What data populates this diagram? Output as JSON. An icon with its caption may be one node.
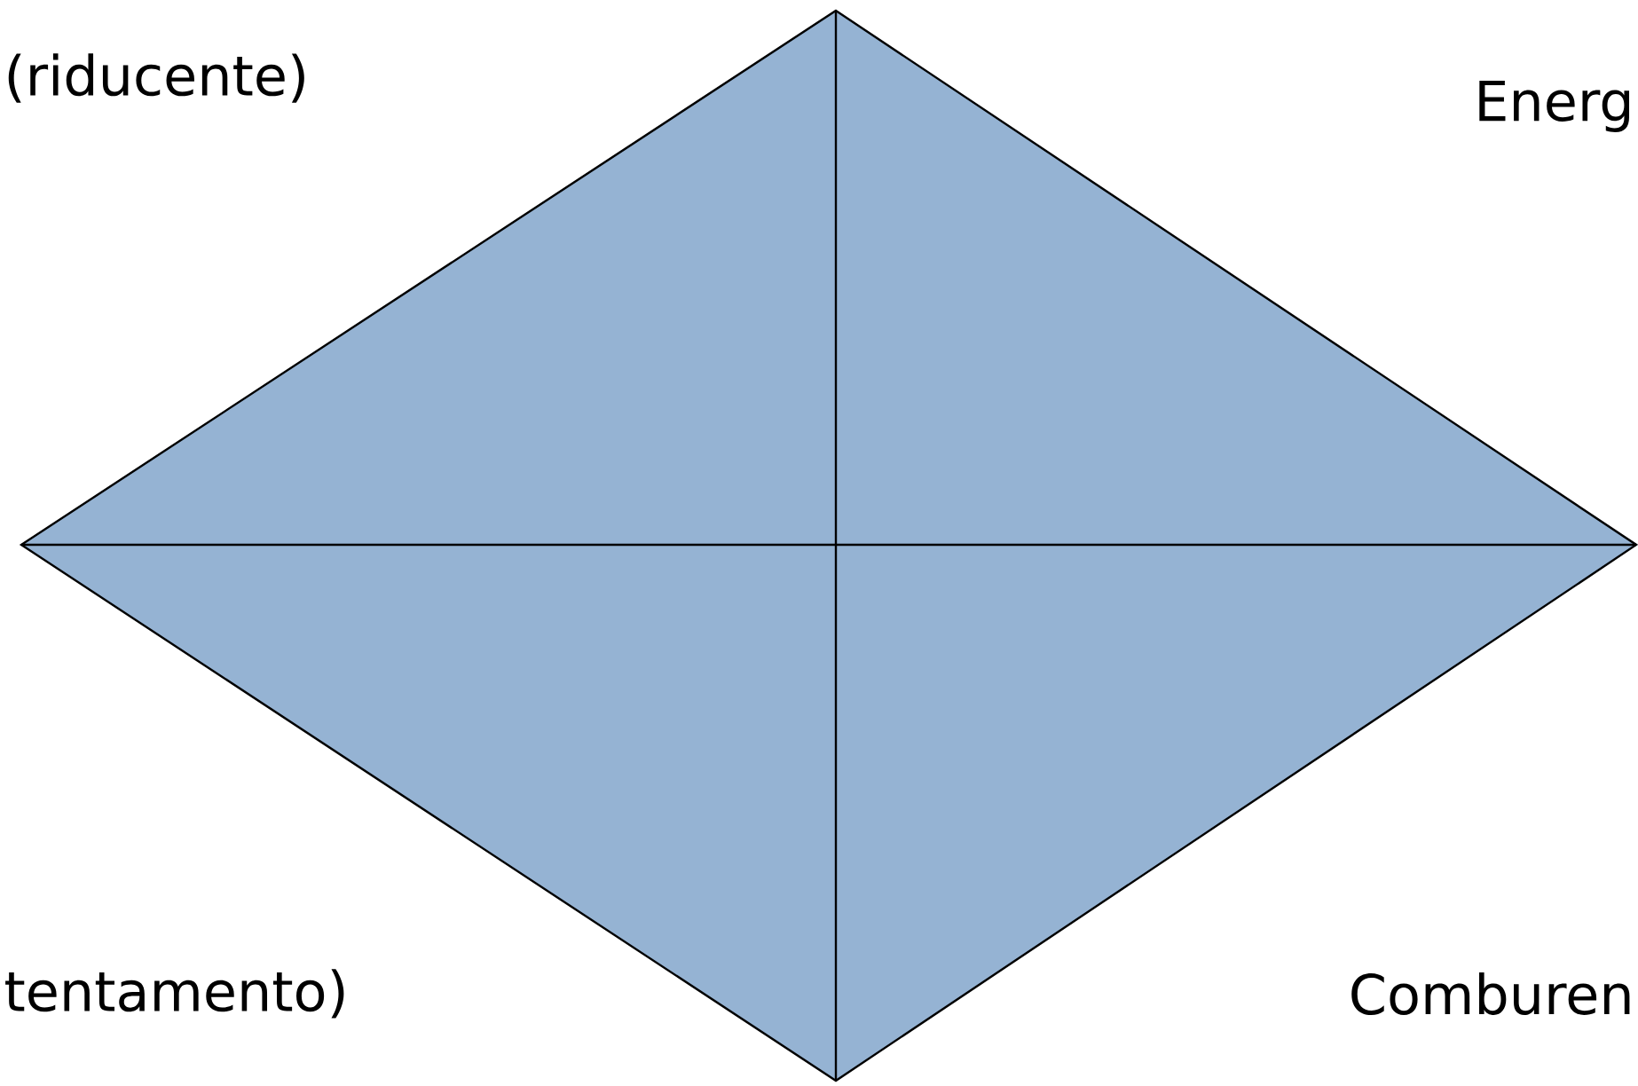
{
  "diagram": {
    "labels": [
      "(riducente)",
      "Energ",
      "tentamento)",
      "Comburen"
    ]
  }
}
